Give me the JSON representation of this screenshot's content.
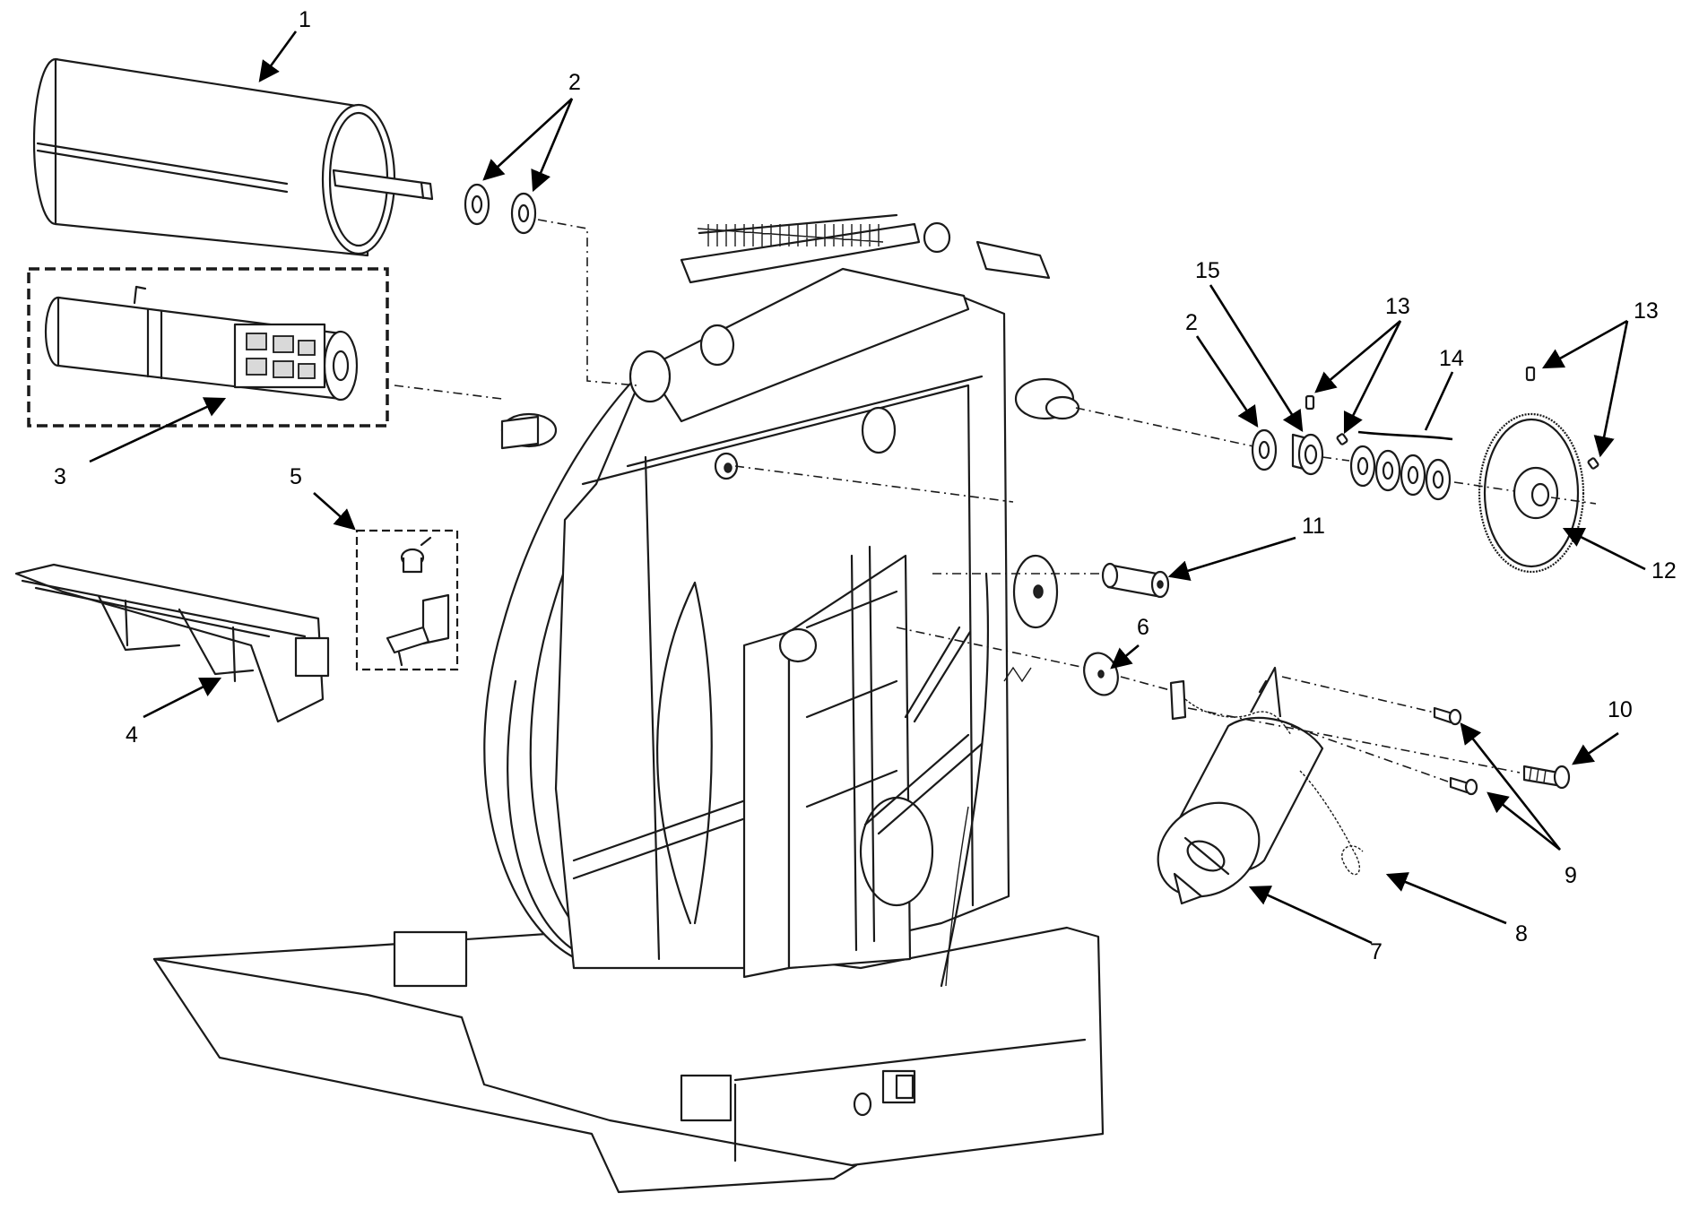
{
  "diagram": {
    "callouts": [
      {
        "id": "1",
        "label": "1"
      },
      {
        "id": "2a",
        "label": "2"
      },
      {
        "id": "2b",
        "label": "2"
      },
      {
        "id": "3",
        "label": "3"
      },
      {
        "id": "4",
        "label": "4"
      },
      {
        "id": "5",
        "label": "5"
      },
      {
        "id": "6",
        "label": "6"
      },
      {
        "id": "7",
        "label": "7"
      },
      {
        "id": "8",
        "label": "8"
      },
      {
        "id": "9",
        "label": "9"
      },
      {
        "id": "10",
        "label": "10"
      },
      {
        "id": "11",
        "label": "11"
      },
      {
        "id": "12",
        "label": "12"
      },
      {
        "id": "13a",
        "label": "13"
      },
      {
        "id": "13b",
        "label": "13"
      },
      {
        "id": "14",
        "label": "14"
      },
      {
        "id": "15",
        "label": "15"
      }
    ]
  }
}
